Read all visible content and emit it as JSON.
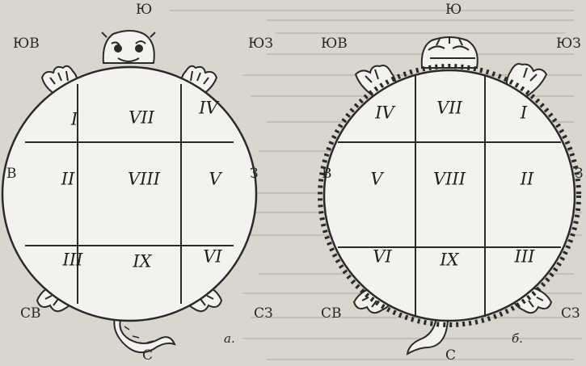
{
  "colors": {
    "paper": "#d9d6cd",
    "ink": "#2a2a2a",
    "shell_fill": "#f3f2ee",
    "bleed_text": "#c4c0b5"
  },
  "diagrams": [
    {
      "id": "a",
      "caption": "а.",
      "directions": {
        "top": "Ю",
        "top_left": "ЮВ",
        "top_right": "ЮЗ",
        "left": "В",
        "right": "З",
        "bottom_left": "СВ",
        "bottom_right": "СЗ",
        "bottom": "С"
      },
      "cells": [
        [
          "I",
          "VII",
          "IV"
        ],
        [
          "II",
          "VIII",
          "V"
        ],
        [
          "III",
          "IX",
          "VI"
        ]
      ]
    },
    {
      "id": "b",
      "caption": "б.",
      "directions": {
        "top": "Ю",
        "top_left": "ЮВ",
        "top_right": "ЮЗ",
        "left": "В",
        "right": "З",
        "bottom_left": "СВ",
        "bottom_right": "СЗ",
        "bottom": "С"
      },
      "cells": [
        [
          "IV",
          "VII",
          "I"
        ],
        [
          "V",
          "VIII",
          "II"
        ],
        [
          "VI",
          "IX",
          "III"
        ]
      ]
    }
  ]
}
